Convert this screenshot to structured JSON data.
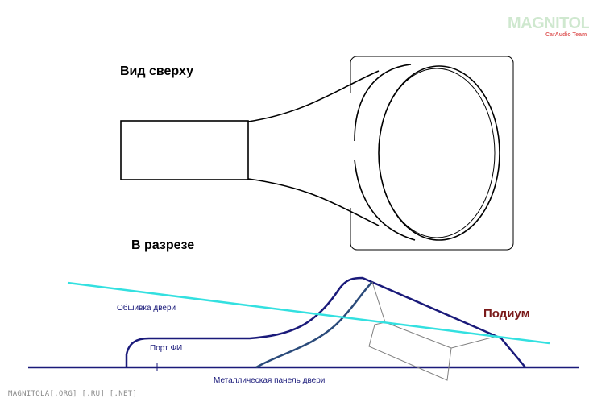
{
  "labels": {
    "top_view": "Вид сверху",
    "section": "В разрезе",
    "door_trim": "Обшивка двери",
    "port": "Порт ФИ",
    "metal_panel": "Металлическая панель двери",
    "podium": "Подиум"
  },
  "watermark": {
    "bottom": "MAGNITOLA[.ORG] [.RU] [.NET]",
    "logo": "MAGNITOLA",
    "logo_sub": "CarAudio Team"
  },
  "colors": {
    "outline": "#000000",
    "navy": "#1a1a7a",
    "port_tube": "#2a4a7a",
    "cyan": "#33e0e0",
    "gray": "#808080",
    "podium_text": "#7a1a1a"
  }
}
